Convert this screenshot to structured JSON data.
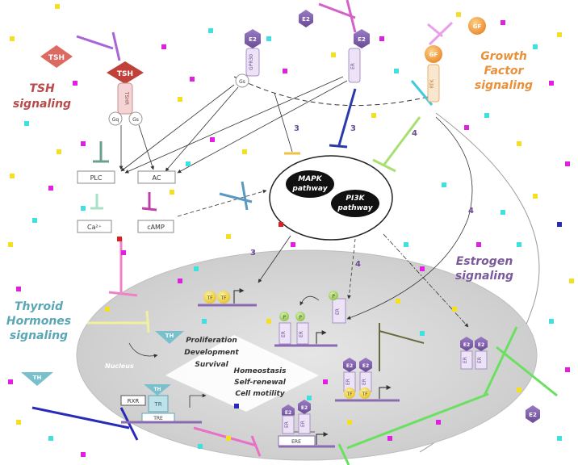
{
  "signaling_labels": {
    "tsh": [
      "TSH",
      "signaling"
    ],
    "growth_factor": [
      "Growth",
      "Factor",
      "signaling"
    ],
    "thyroid": [
      "Thyroid",
      "Hormones",
      "signaling"
    ],
    "estrogen": [
      "Estrogen",
      "signaling"
    ]
  },
  "ligands": {
    "tsh": "TSH",
    "tsh_faded": "TSH",
    "e2": "E2",
    "gf": "GF",
    "th": "TH"
  },
  "receptors": {
    "tshr": "TSHR",
    "gq": "Gq",
    "gs": "Gs",
    "gpr30": "GPR30",
    "er": "ER",
    "rtk": "RTK"
  },
  "effectors": {
    "plc": "PLC",
    "ac": "AC",
    "ca": "Ca²⁺",
    "camp": "cAMP"
  },
  "pathways": {
    "mapk": [
      "MAPK",
      "pathway"
    ],
    "pi3k": [
      "PI3K",
      "pathway"
    ]
  },
  "numbers": {
    "three": "3",
    "four": "4"
  },
  "nucleus": {
    "label": "Nucleus",
    "outcomes1": [
      "Proliferation",
      "Development",
      "Survival"
    ],
    "outcomes2": [
      "Homeostasis",
      "Self-renewal",
      "Cell motility"
    ],
    "tf": "TF",
    "p": "P",
    "rxr": "RXR",
    "tr": "TR",
    "tre": "TRE",
    "ere": "ERE"
  },
  "colors": {
    "tsh": "#b94a4a",
    "gf": "#e8913a",
    "thyroid": "#5aa6b4",
    "estrogen": "#7a5a9a",
    "e2": "#7b5aa6",
    "nucleus": "#d9d9d9"
  }
}
